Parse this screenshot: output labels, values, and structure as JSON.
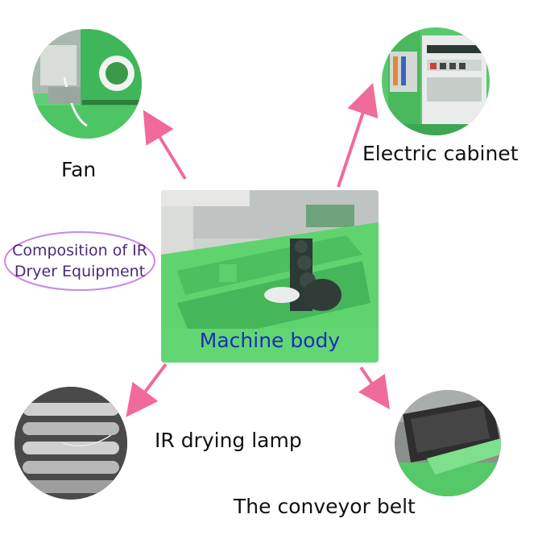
{
  "title": "Composition of IR Dryer Equipment",
  "center": {
    "caption": "Machine body"
  },
  "components": {
    "fan": "Fan",
    "electric_cabinet": "Electric cabinet",
    "ir_lamp": "IR drying lamp",
    "conveyor": "The conveyor belt"
  },
  "colors": {
    "arrow": "#f06a9a",
    "machine_green": "#5fd46e",
    "caption_blue": "#1a2fb8",
    "oval_border": "#c987e8"
  }
}
